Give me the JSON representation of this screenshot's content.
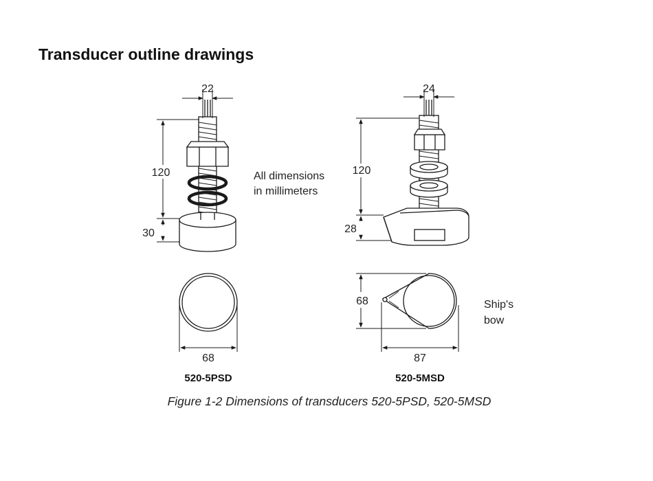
{
  "title": "Transducer outline drawings",
  "note": {
    "line1": "All dimensions",
    "line2": "in millimeters"
  },
  "psd": {
    "model": "520-5PSD",
    "dim_thread": "22",
    "dim_height": "120",
    "dim_base": "30",
    "dim_diameter": "68"
  },
  "msd": {
    "model": "520-5MSD",
    "dim_thread": "24",
    "dim_height": "120",
    "dim_base": "28",
    "dim_width": "68",
    "dim_length": "87",
    "bow_line1": "Ship's",
    "bow_line2": "bow"
  },
  "caption": "Figure 1-2 Dimensions of transducers 520-5PSD, 520-5MSD",
  "colors": {
    "ink": "#1a1a1a",
    "fill": "#ffffff"
  }
}
